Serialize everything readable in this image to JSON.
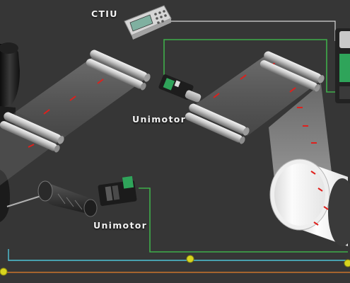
{
  "labels": {
    "ctiu": "CTIU",
    "unimotor_top": "Unimotor",
    "unimotor_bottom": "Unimotor"
  },
  "colors": {
    "background": "#363636",
    "signal_line_green": "#3fae4a",
    "signal_line_cyan": "#4fc3d6",
    "signal_line_orange": "#c8732c",
    "node_yellow": "#d8d41e",
    "register_marks_red": "#e0201c",
    "drive_green": "#2fa45a"
  },
  "icons": {
    "ctiu_panel": "operator-keypad-icon",
    "servo_motor": "servo-drive-icon",
    "roller": "idler-roller-icon",
    "drum": "winding-drum-icon"
  }
}
